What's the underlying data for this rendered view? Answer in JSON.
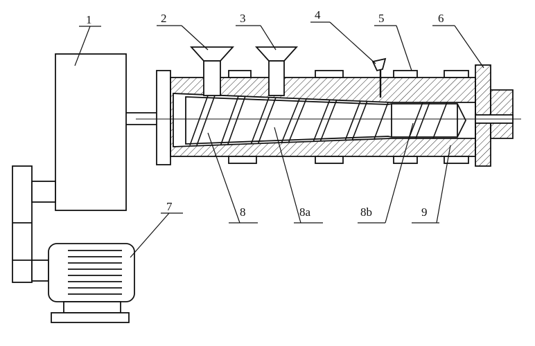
{
  "labels": {
    "l1": "1",
    "l2": "2",
    "l3": "3",
    "l4": "4",
    "l5": "5",
    "l6": "6",
    "l7": "7",
    "l8": "8",
    "l8a": "8a",
    "l8b": "8b",
    "l9": "9"
  },
  "colors": {
    "stroke": "#111111",
    "background": "#ffffff"
  }
}
